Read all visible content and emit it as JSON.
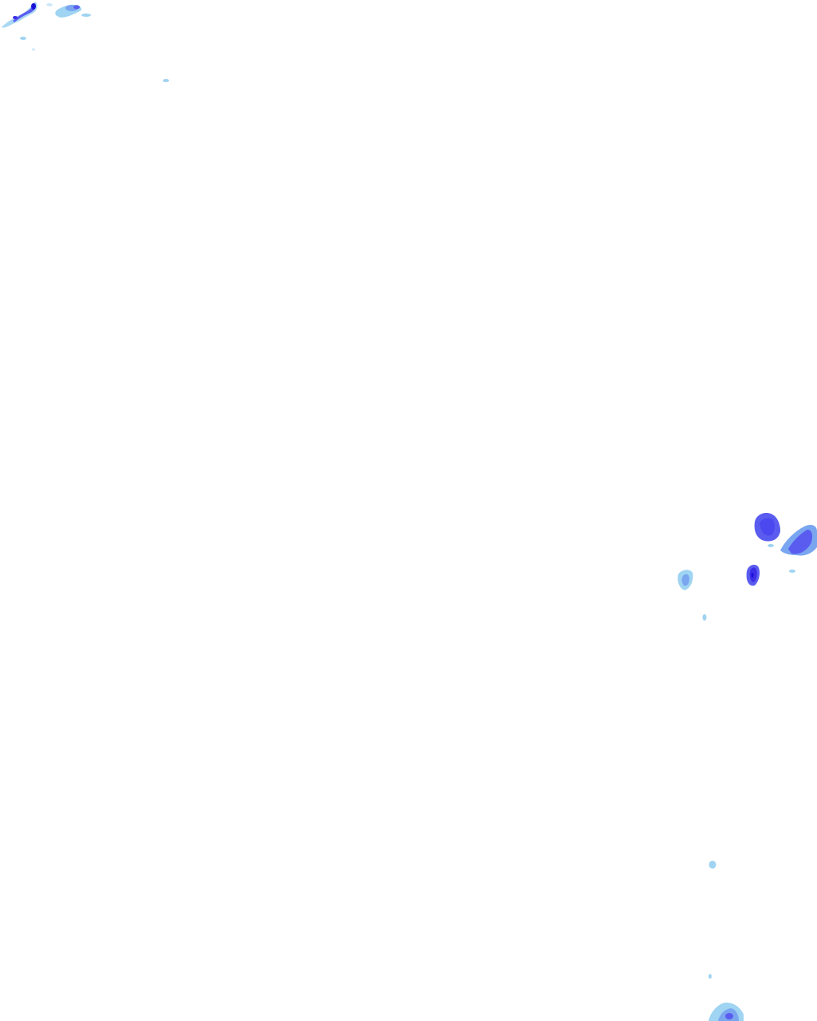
{
  "map": {
    "type": "precipitation-radar-overlay",
    "background_color": "#ffffff",
    "intensity_colors": {
      "light": "#9fd4f2",
      "moderate": "#7aa6f0",
      "heavy": "#5a5cf0",
      "very_heavy": "#3c2ee6",
      "core": "#1a10d8"
    },
    "echo_cells": [
      {
        "id": "nw-band",
        "intensity": "heavy"
      },
      {
        "id": "nw-light-cluster",
        "intensity": "moderate"
      },
      {
        "id": "nw-small",
        "intensity": "light"
      },
      {
        "id": "east-cell-large",
        "intensity": "heavy"
      },
      {
        "id": "east-cell-right",
        "intensity": "heavy"
      },
      {
        "id": "east-cell-core",
        "intensity": "very_heavy"
      },
      {
        "id": "east-cell-small",
        "intensity": "moderate"
      },
      {
        "id": "east-speck",
        "intensity": "light"
      },
      {
        "id": "se-speck",
        "intensity": "light"
      },
      {
        "id": "south-cell",
        "intensity": "moderate"
      }
    ]
  }
}
